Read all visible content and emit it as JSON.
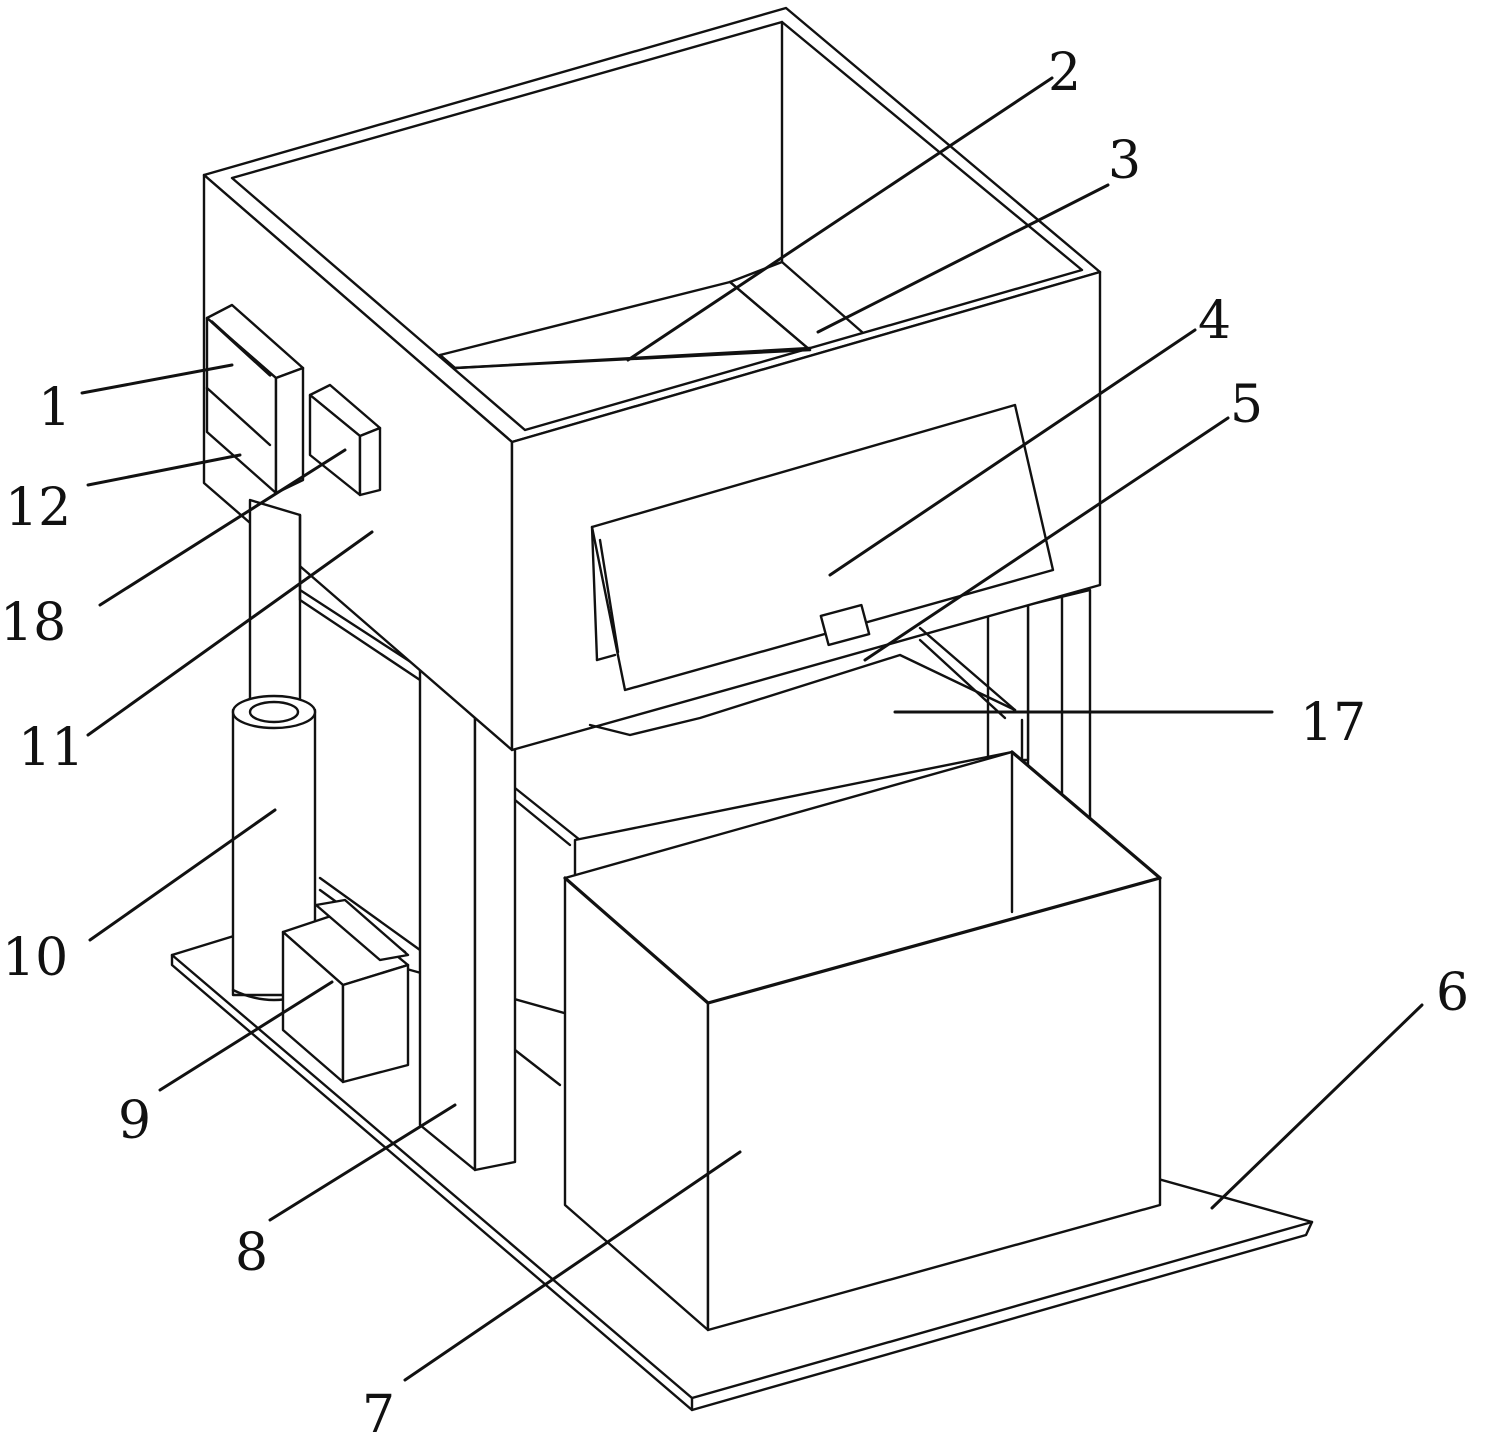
{
  "figure": {
    "background": "#ffffff",
    "line_color": "#111111"
  },
  "labels": [
    {
      "id": "1",
      "text": "1"
    },
    {
      "id": "2",
      "text": "2"
    },
    {
      "id": "3",
      "text": "3"
    },
    {
      "id": "4",
      "text": "4"
    },
    {
      "id": "5",
      "text": "5"
    },
    {
      "id": "6",
      "text": "6"
    },
    {
      "id": "7",
      "text": "7"
    },
    {
      "id": "8",
      "text": "8"
    },
    {
      "id": "9",
      "text": "9"
    },
    {
      "id": "10",
      "text": "10"
    },
    {
      "id": "11",
      "text": "11"
    },
    {
      "id": "12",
      "text": "12"
    },
    {
      "id": "17",
      "text": "17"
    },
    {
      "id": "18",
      "text": "18"
    }
  ]
}
